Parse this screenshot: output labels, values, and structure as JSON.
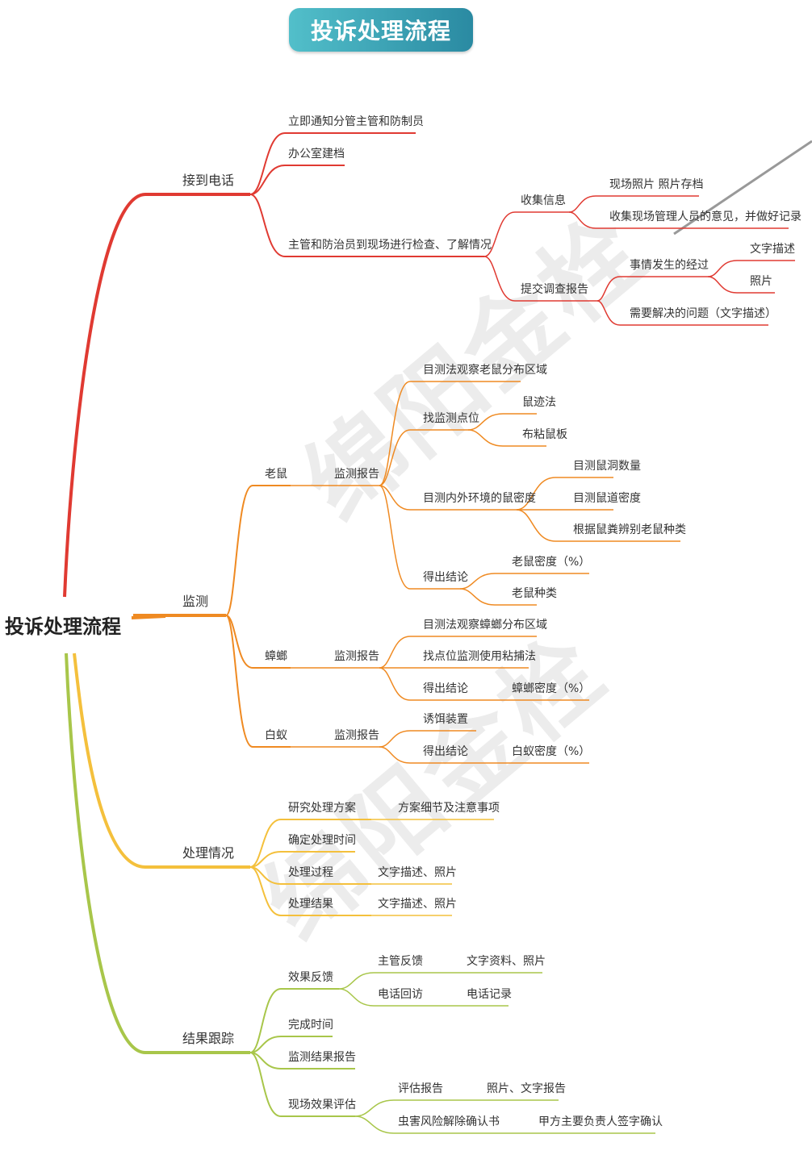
{
  "title": "投诉处理流程",
  "root": "投诉处理流程",
  "watermark": "绵阳金栓",
  "colors": {
    "branch_red": "#e03a32",
    "branch_orange": "#ef8a22",
    "branch_yellow": "#f4c03c",
    "branch_green": "#a8c64a",
    "title_bg": "#3aa7b6"
  },
  "branches": [
    {
      "label": "接到电话",
      "children": [
        {
          "label": "立即通知分管主管和防制员"
        },
        {
          "label": "办公室建档"
        },
        {
          "label": "主管和防治员到现场进行检查、了解情况",
          "children": [
            {
              "label": "收集信息",
              "children": [
                {
                  "label": "现场照片 照片存档"
                },
                {
                  "label": "收集现场管理人员的意见，并做好记录"
                }
              ]
            },
            {
              "label": "提交调查报告",
              "children": [
                {
                  "label": "事情发生的经过",
                  "children": [
                    {
                      "label": "文字描述"
                    },
                    {
                      "label": "照片"
                    }
                  ]
                },
                {
                  "label": "需要解决的问题（文字描述）"
                }
              ]
            }
          ]
        }
      ]
    },
    {
      "label": "监测",
      "children": [
        {
          "label": "老鼠",
          "children": [
            {
              "label": "监测报告",
              "children": [
                {
                  "label": "目测法观察老鼠分布区域"
                },
                {
                  "label": "找监测点位",
                  "children": [
                    {
                      "label": "鼠迹法"
                    },
                    {
                      "label": "布粘鼠板"
                    }
                  ]
                },
                {
                  "label": "目测内外环境的鼠密度",
                  "children": [
                    {
                      "label": "目测鼠洞数量"
                    },
                    {
                      "label": "目测鼠道密度"
                    },
                    {
                      "label": "根据鼠粪辨别老鼠种类"
                    }
                  ]
                },
                {
                  "label": "得出结论",
                  "children": [
                    {
                      "label": "老鼠密度（%）"
                    },
                    {
                      "label": "老鼠种类"
                    }
                  ]
                }
              ]
            }
          ]
        },
        {
          "label": "蟑螂",
          "children": [
            {
              "label": "监测报告",
              "children": [
                {
                  "label": "目测法观察蟑螂分布区域"
                },
                {
                  "label": "找点位监测使用粘捕法"
                },
                {
                  "label": "得出结论",
                  "children": [
                    {
                      "label": "蟑螂密度（%）"
                    }
                  ]
                }
              ]
            }
          ]
        },
        {
          "label": "白蚁",
          "children": [
            {
              "label": "监测报告",
              "children": [
                {
                  "label": "诱饵装置"
                },
                {
                  "label": "得出结论",
                  "children": [
                    {
                      "label": "白蚁密度（%）"
                    }
                  ]
                }
              ]
            }
          ]
        }
      ]
    },
    {
      "label": "处理情况",
      "children": [
        {
          "label": "研究处理方案",
          "children": [
            {
              "label": "方案细节及注意事项"
            }
          ]
        },
        {
          "label": "确定处理时间"
        },
        {
          "label": "处理过程",
          "children": [
            {
              "label": "文字描述、照片"
            }
          ]
        },
        {
          "label": "处理结果",
          "children": [
            {
              "label": "文字描述、照片"
            }
          ]
        }
      ]
    },
    {
      "label": "结果跟踪",
      "children": [
        {
          "label": "效果反馈",
          "children": [
            {
              "label": "主管反馈",
              "children": [
                {
                  "label": "文字资料、照片"
                }
              ]
            },
            {
              "label": "电话回访",
              "children": [
                {
                  "label": "电话记录"
                }
              ]
            }
          ]
        },
        {
          "label": "完成时间"
        },
        {
          "label": "监测结果报告"
        },
        {
          "label": "现场效果评估",
          "children": [
            {
              "label": "评估报告",
              "children": [
                {
                  "label": "照片、文字报告"
                }
              ]
            },
            {
              "label": "虫害风险解除确认书",
              "children": [
                {
                  "label": "甲方主要负责人签字确认"
                }
              ]
            }
          ]
        }
      ]
    }
  ]
}
